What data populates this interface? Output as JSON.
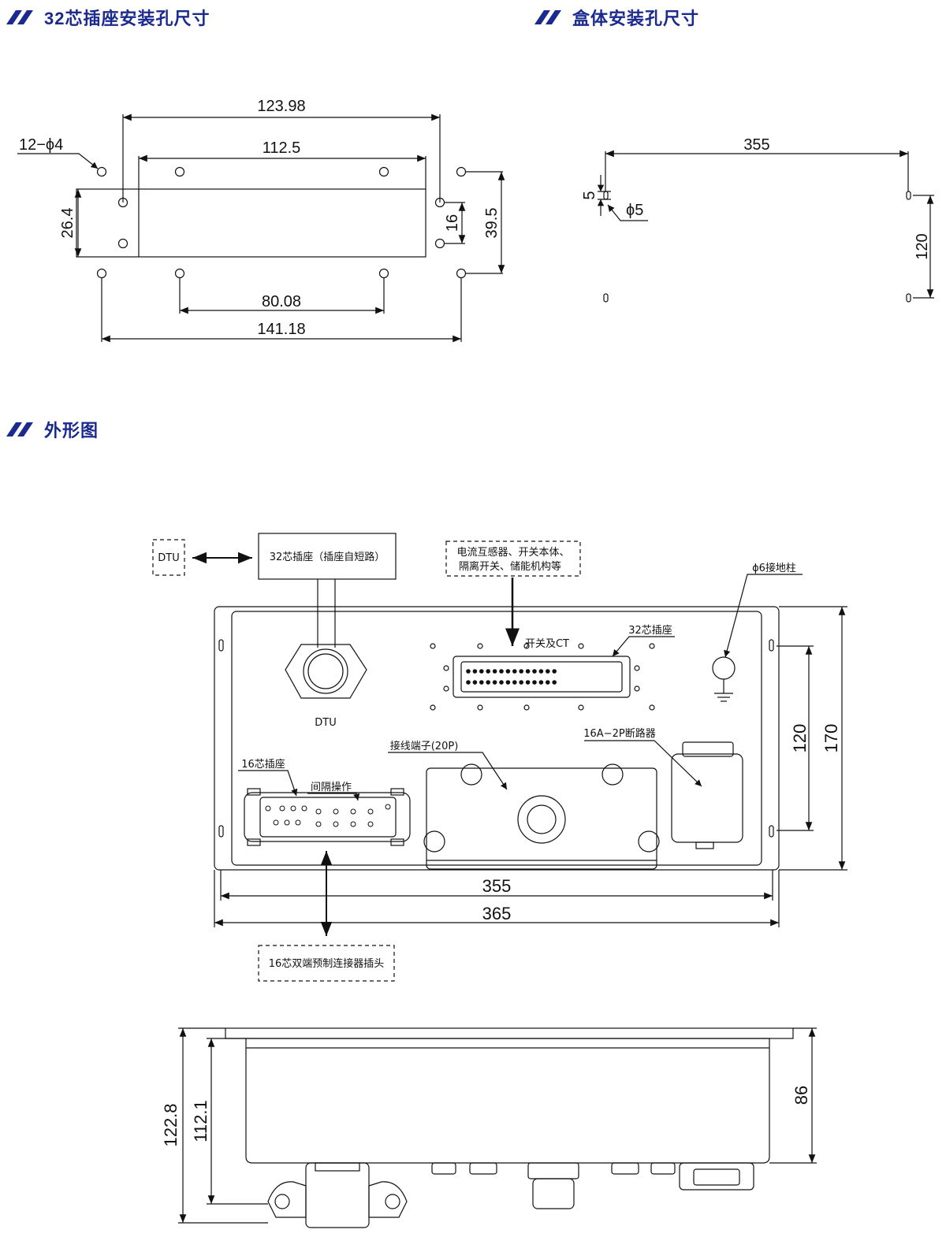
{
  "sections": {
    "socket_holes": "32芯插座安装孔尺寸",
    "box_holes": "盒体安装孔尺寸",
    "outline": "外形图"
  },
  "socket_dims": {
    "holes": "12−ϕ4",
    "w_outer": "123.98",
    "w_inner": "112.5",
    "w_bottom_inner": "80.08",
    "w_bottom_outer": "141.18",
    "h_left": "26.4",
    "h_small": "16",
    "h_right": "39.5"
  },
  "box_dims": {
    "width": "355",
    "hole_h": "5",
    "hole_d": "ϕ5",
    "height": "120"
  },
  "outline_labels": {
    "dtu_box": "DTU",
    "socket_box": "32芯插座（插座自短路）",
    "ct_box_line1": "电流互感器、开关本体、",
    "ct_box_line2": "隔离开关、储能机构等",
    "ground": "ϕ6接地柱",
    "switch_ct": "开关及CT",
    "socket32": "32芯插座",
    "dtu": "DTU",
    "terminal": "接线端子(20P)",
    "breaker": "16A−2P断路器",
    "socket16": "16芯插座",
    "interval": "间隔操作",
    "plug16": "16芯双端预制连接器插头"
  },
  "outline_dims": {
    "w_inner": "355",
    "w_outer": "365",
    "h_inner": "120",
    "h_outer": "170"
  },
  "side_dims": {
    "h_total": "122.8",
    "h_body": "112.1",
    "h_right": "86"
  },
  "colors": {
    "accent": "#1a2a8f",
    "line": "#111111"
  }
}
